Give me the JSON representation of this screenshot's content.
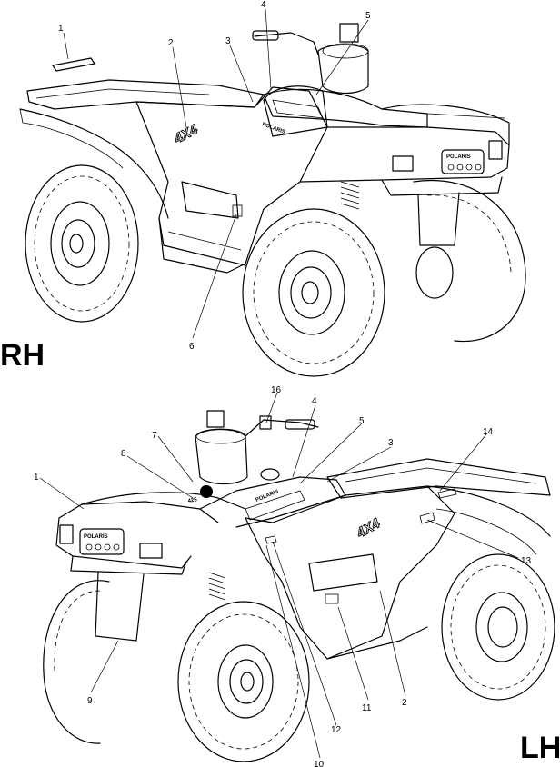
{
  "views": [
    {
      "id": "rh",
      "label": "RH",
      "callouts": [
        "1",
        "2",
        "3",
        "4",
        "5",
        "6"
      ]
    },
    {
      "id": "lh",
      "label": "LH",
      "callouts": [
        "1",
        "2",
        "3",
        "4",
        "5",
        "7",
        "8",
        "9",
        "10",
        "11",
        "12",
        "13",
        "14",
        "16"
      ]
    }
  ],
  "decals": {
    "brand": "POLARIS",
    "drive": "4X4",
    "model": "425"
  }
}
